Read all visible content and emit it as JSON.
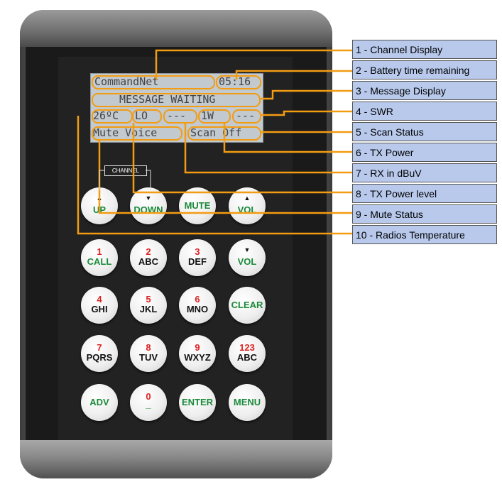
{
  "lcd": {
    "line1_channel": "CommandNet",
    "line1_time": "05:16",
    "line2_message": "MESSAGE WAITING",
    "line3_temp": "26ºC",
    "line3_power": "LO",
    "line3_rx": "---",
    "line3_tx": "1W",
    "line3_swr": "---",
    "line4_mute": "Mute Voice",
    "line4_scan": "Scan Off"
  },
  "channel_label": "CHANNEL",
  "keys": [
    {
      "id": "up",
      "top": "▲",
      "label": "UP"
    },
    {
      "id": "down",
      "top": "▼",
      "label": "DOWN"
    },
    {
      "id": "mute",
      "top": "",
      "label": "MUTE"
    },
    {
      "id": "vol-up",
      "top": "▲",
      "label": "VOL"
    },
    {
      "id": "1",
      "top": "1",
      "label": "CALL"
    },
    {
      "id": "2",
      "top": "2",
      "label": "ABC"
    },
    {
      "id": "3",
      "top": "3",
      "label": "DEF"
    },
    {
      "id": "vol-down",
      "top": "▼",
      "label": "VOL"
    },
    {
      "id": "4",
      "top": "4",
      "label": "GHI"
    },
    {
      "id": "5",
      "top": "5",
      "label": "JKL"
    },
    {
      "id": "6",
      "top": "6",
      "label": "MNO"
    },
    {
      "id": "clear",
      "top": "",
      "label": "CLEAR"
    },
    {
      "id": "7",
      "top": "7",
      "label": "PQRS"
    },
    {
      "id": "8",
      "top": "8",
      "label": "TUV"
    },
    {
      "id": "9",
      "top": "9",
      "label": "WXYZ"
    },
    {
      "id": "123",
      "top": "123",
      "label": "ABC"
    },
    {
      "id": "adv",
      "top": "",
      "label": "ADV"
    },
    {
      "id": "0",
      "top": "0",
      "label": "_"
    },
    {
      "id": "enter",
      "top": "",
      "label": "ENTER"
    },
    {
      "id": "menu",
      "top": "",
      "label": "MENU"
    }
  ],
  "callouts": [
    "1  - Channel Display",
    "2  - Battery time remaining",
    "3  - Message Display",
    "4  - SWR",
    "5  - Scan Status",
    "6  - TX Power",
    "7  - RX in dBuV",
    "8  - TX Power level",
    "9  - Mute Status",
    "10 - Radios Temperature"
  ],
  "colors": {
    "callout_line": "#f39c12",
    "callout_fill": "#b8c9ec",
    "key_number": "#d22222",
    "key_function": "#1a8a3a"
  }
}
